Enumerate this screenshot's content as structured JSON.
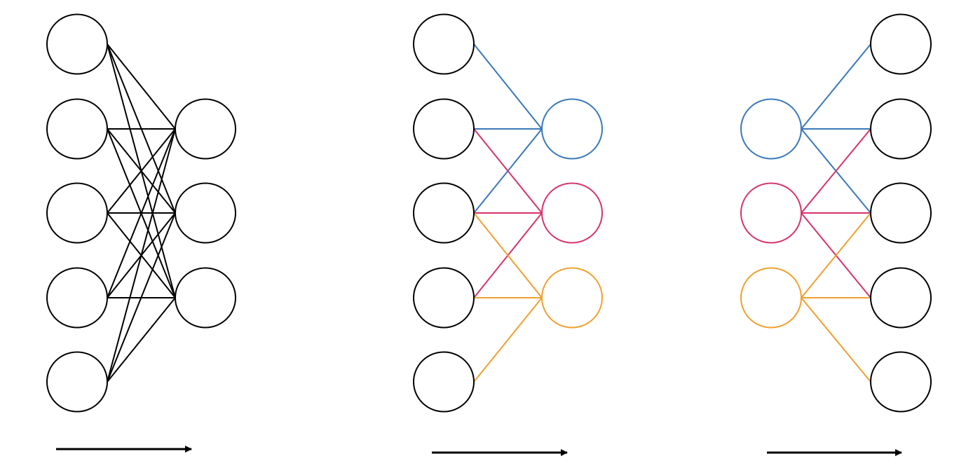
{
  "colors": {
    "background": "#ffffff",
    "default": "#000000",
    "blue": "#3a78b8",
    "pink": "#d6336c",
    "orange": "#f0a030"
  },
  "panels": [
    {
      "id": "fully-connected",
      "left_nodes": [
        {
          "color": "default"
        },
        {
          "color": "default"
        },
        {
          "color": "default"
        },
        {
          "color": "default"
        },
        {
          "color": "default"
        }
      ],
      "right_nodes": [
        {
          "color": "default"
        },
        {
          "color": "default"
        },
        {
          "color": "default"
        }
      ],
      "edges": [
        {
          "from": 0,
          "to": 0,
          "color": "default"
        },
        {
          "from": 0,
          "to": 1,
          "color": "default"
        },
        {
          "from": 0,
          "to": 2,
          "color": "default"
        },
        {
          "from": 1,
          "to": 0,
          "color": "default"
        },
        {
          "from": 1,
          "to": 1,
          "color": "default"
        },
        {
          "from": 1,
          "to": 2,
          "color": "default"
        },
        {
          "from": 2,
          "to": 0,
          "color": "default"
        },
        {
          "from": 2,
          "to": 1,
          "color": "default"
        },
        {
          "from": 2,
          "to": 2,
          "color": "default"
        },
        {
          "from": 3,
          "to": 0,
          "color": "default"
        },
        {
          "from": 3,
          "to": 1,
          "color": "default"
        },
        {
          "from": 3,
          "to": 2,
          "color": "default"
        },
        {
          "from": 4,
          "to": 0,
          "color": "default"
        },
        {
          "from": 4,
          "to": 1,
          "color": "default"
        },
        {
          "from": 4,
          "to": 2,
          "color": "default"
        }
      ]
    },
    {
      "id": "convolution",
      "left_nodes": [
        {
          "color": "default"
        },
        {
          "color": "default"
        },
        {
          "color": "default"
        },
        {
          "color": "default"
        },
        {
          "color": "default"
        }
      ],
      "right_nodes": [
        {
          "color": "blue"
        },
        {
          "color": "pink"
        },
        {
          "color": "orange"
        }
      ],
      "edges": [
        {
          "from": 0,
          "to": 0,
          "color": "blue"
        },
        {
          "from": 1,
          "to": 0,
          "color": "blue"
        },
        {
          "from": 2,
          "to": 0,
          "color": "blue"
        },
        {
          "from": 1,
          "to": 1,
          "color": "pink"
        },
        {
          "from": 2,
          "to": 1,
          "color": "pink"
        },
        {
          "from": 3,
          "to": 1,
          "color": "pink"
        },
        {
          "from": 2,
          "to": 2,
          "color": "orange"
        },
        {
          "from": 3,
          "to": 2,
          "color": "orange"
        },
        {
          "from": 4,
          "to": 2,
          "color": "orange"
        }
      ]
    },
    {
      "id": "transposed-convolution",
      "left_nodes": [
        {
          "color": "blue"
        },
        {
          "color": "pink"
        },
        {
          "color": "orange"
        }
      ],
      "right_nodes": [
        {
          "color": "default"
        },
        {
          "color": "default"
        },
        {
          "color": "default"
        },
        {
          "color": "default"
        },
        {
          "color": "default"
        }
      ],
      "edges": [
        {
          "from": 0,
          "to": 0,
          "color": "blue"
        },
        {
          "from": 0,
          "to": 1,
          "color": "blue"
        },
        {
          "from": 0,
          "to": 2,
          "color": "blue"
        },
        {
          "from": 1,
          "to": 1,
          "color": "pink"
        },
        {
          "from": 1,
          "to": 2,
          "color": "pink"
        },
        {
          "from": 1,
          "to": 3,
          "color": "pink"
        },
        {
          "from": 2,
          "to": 2,
          "color": "orange"
        },
        {
          "from": 2,
          "to": 3,
          "color": "orange"
        },
        {
          "from": 2,
          "to": 4,
          "color": "orange"
        }
      ]
    }
  ]
}
